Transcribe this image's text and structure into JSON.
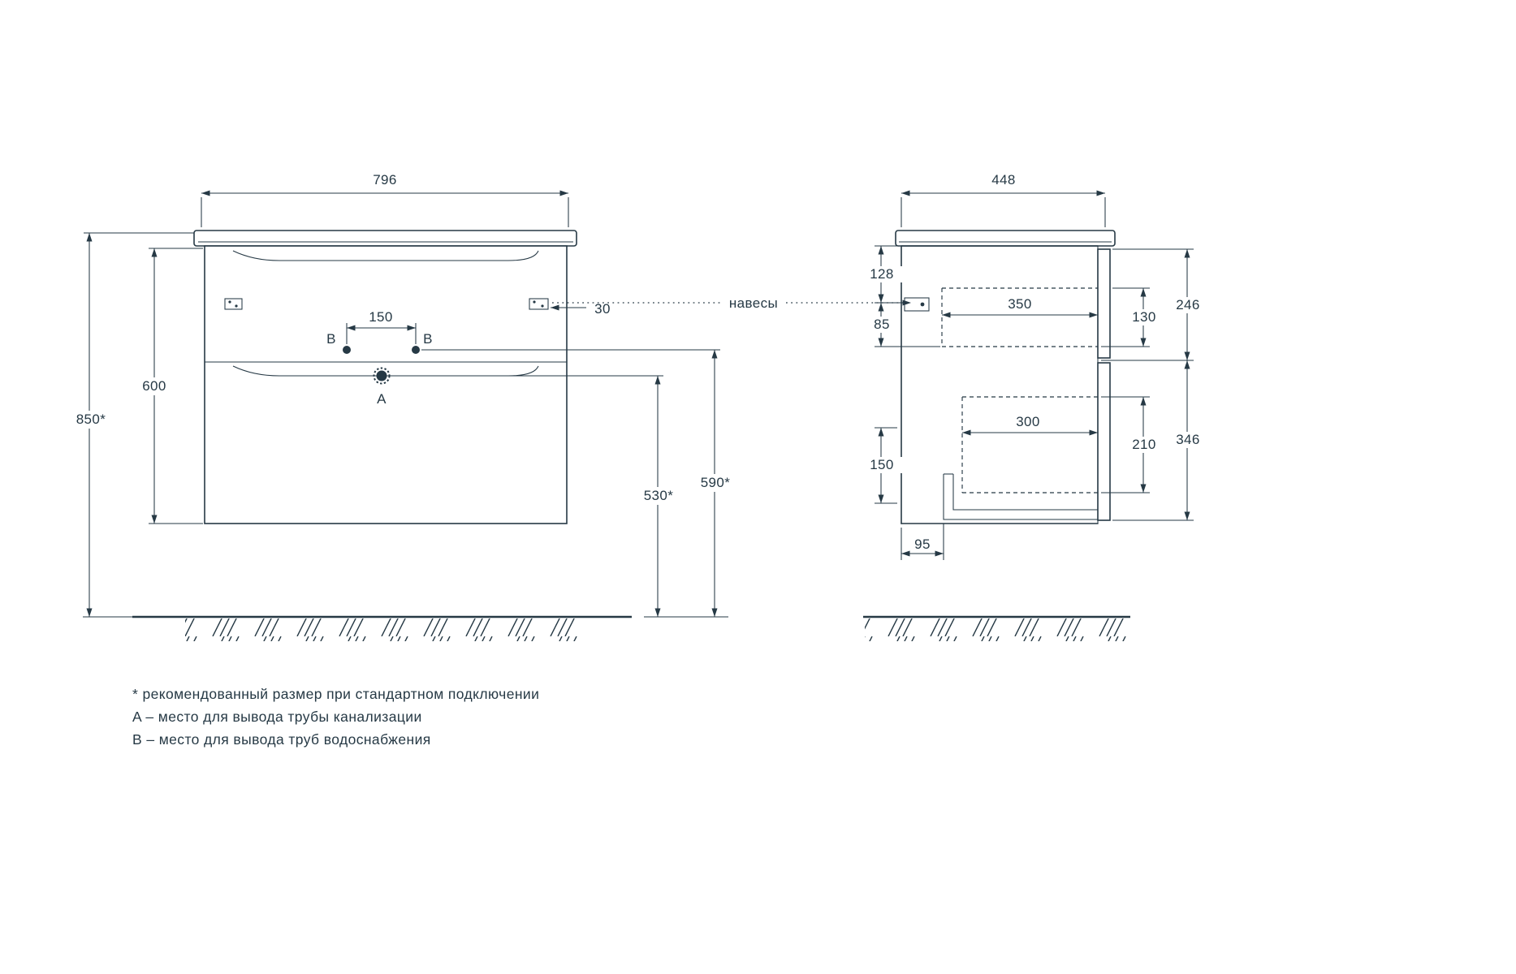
{
  "ink_color": "#263945",
  "front_view": {
    "top_width": "796",
    "body_height": "600",
    "install_height": "850*",
    "supply_spacing": "150",
    "hanger_inset": "30",
    "drain_height": "530*",
    "supply_height": "590*",
    "point_a": "A",
    "point_b_left": "B",
    "point_b_right": "B"
  },
  "side_view": {
    "depth": "448",
    "top_to_hanger": "128",
    "hanger_gap": "85",
    "upper_drawer_depth": "350",
    "upper_box_height": "130",
    "upper_front_height": "246",
    "lower_drawer_depth": "300",
    "lower_box_height": "210",
    "lower_front_height": "346",
    "cutout_height": "150",
    "cutout_offset": "95"
  },
  "callouts": {
    "hangers_label": "навесы"
  },
  "notes": {
    "asterisk": "* рекомендованный размер при стандартном подключении",
    "legend_a": "A – место для вывода трубы канализации",
    "legend_b": "B – место для вывода труб водоснабжения"
  }
}
